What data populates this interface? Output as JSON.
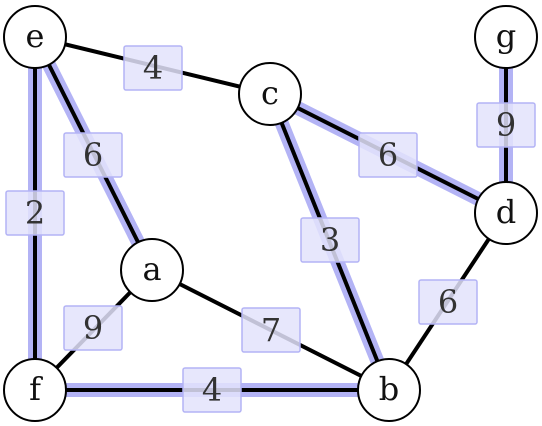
{
  "colors": {
    "background": "#ffffff",
    "edge": "#000000",
    "highlight": "#b3b3f5",
    "node_fill": "#ffffff",
    "node_stroke": "#000000",
    "label_box_fill": "#e3e3fb",
    "label_box_stroke": "#b3b3f5"
  },
  "nodes": [
    {
      "id": "e",
      "label": "e"
    },
    {
      "id": "c",
      "label": "c"
    },
    {
      "id": "g",
      "label": "g"
    },
    {
      "id": "a",
      "label": "a"
    },
    {
      "id": "d",
      "label": "d"
    },
    {
      "id": "f",
      "label": "f"
    },
    {
      "id": "b",
      "label": "b"
    }
  ],
  "edges": [
    {
      "from": "e",
      "to": "c",
      "weight": "4",
      "highlighted": false
    },
    {
      "from": "e",
      "to": "a",
      "weight": "6",
      "highlighted": true
    },
    {
      "from": "e",
      "to": "f",
      "weight": "2",
      "highlighted": true
    },
    {
      "from": "c",
      "to": "d",
      "weight": "6",
      "highlighted": true
    },
    {
      "from": "c",
      "to": "b",
      "weight": "3",
      "highlighted": true
    },
    {
      "from": "g",
      "to": "d",
      "weight": "9",
      "highlighted": true
    },
    {
      "from": "a",
      "to": "f",
      "weight": "9",
      "highlighted": false
    },
    {
      "from": "a",
      "to": "b",
      "weight": "7",
      "highlighted": false
    },
    {
      "from": "d",
      "to": "b",
      "weight": "6",
      "highlighted": false
    },
    {
      "from": "f",
      "to": "b",
      "weight": "4",
      "highlighted": true
    }
  ]
}
